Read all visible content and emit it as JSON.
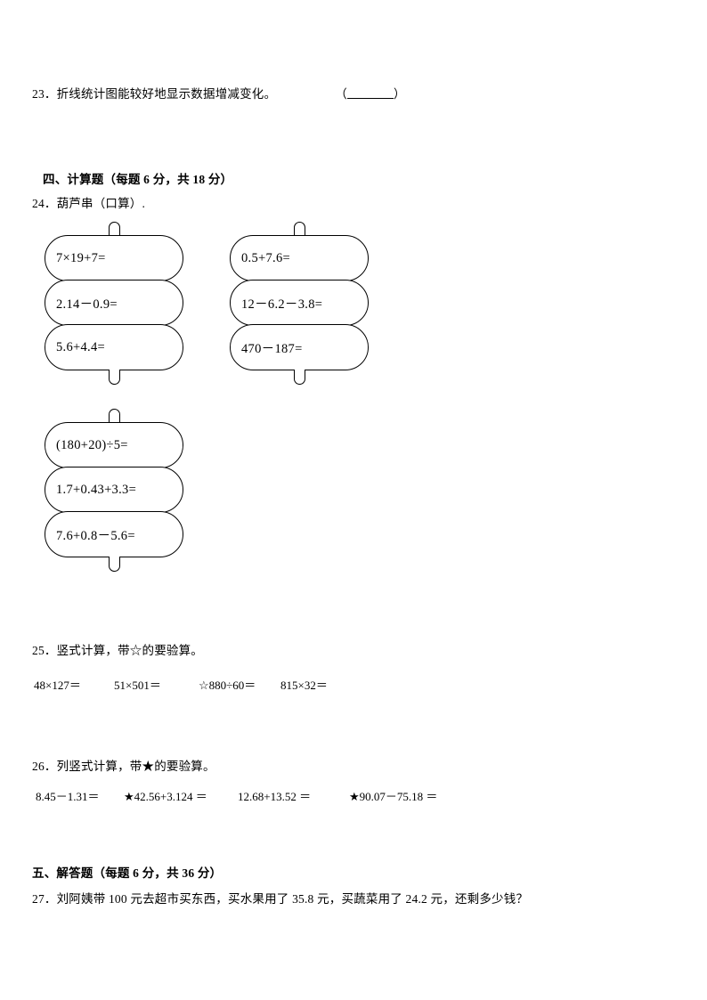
{
  "document": {
    "type": "math-worksheet",
    "language": "zh-CN"
  },
  "question23": {
    "number": "23．",
    "text": "折线统计图能较好地显示数据增减变化。",
    "answer_open_paren": "（",
    "answer_close_paren": "）"
  },
  "section4": {
    "heading": "四、计算题（每题 6 分，共 18 分）",
    "question24": {
      "number": "24．",
      "prompt": "葫芦串（口算）.",
      "gourds": [
        {
          "name": "gourd-left-top",
          "items": [
            "7×19+7=",
            "2.14－0.9=",
            "5.6+4.4="
          ]
        },
        {
          "name": "gourd-right-top",
          "items": [
            "0.5+7.6=",
            "12－6.2－3.8=",
            "470－187="
          ]
        },
        {
          "name": "gourd-left-bottom",
          "items": [
            "(180+20)÷5=",
            "1.7+0.43+3.3=",
            "7.6+0.8－5.6="
          ]
        }
      ]
    },
    "question25": {
      "number": "25．",
      "prompt": "竖式计算，带☆的要验算。",
      "expressions": [
        "48×127＝",
        "51×501＝",
        "☆880÷60＝",
        "815×32＝"
      ]
    },
    "question26": {
      "number": "26．",
      "prompt": "列竖式计算，带★的要验算。",
      "expressions": [
        "8.45－1.31＝",
        "★42.56+3.124 ＝",
        "12.68+13.52 ＝",
        "★90.07－75.18 ＝"
      ]
    }
  },
  "section5": {
    "heading": "五、解答题（每题 6 分，共 36 分）",
    "question27": {
      "number": "27．",
      "text": "刘阿姨带 100 元去超市买东西，买水果用了 35.8 元，买蔬菜用了 24.2 元，还剩多少钱？"
    }
  }
}
